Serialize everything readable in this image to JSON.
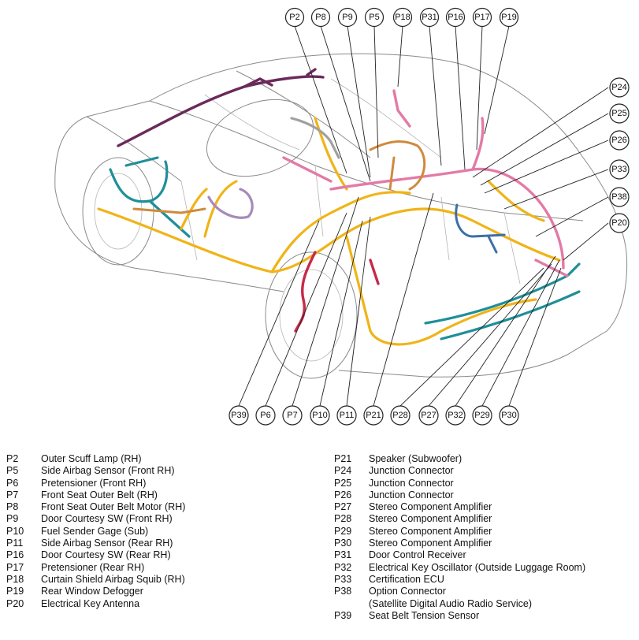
{
  "callouts_top": [
    "P2",
    "P8",
    "P9",
    "P5",
    "P18",
    "P31",
    "P16",
    "P17",
    "P19"
  ],
  "callouts_right": [
    "P24",
    "P25",
    "P26",
    "P33",
    "P38",
    "P20"
  ],
  "callouts_bottom": [
    "P39",
    "P6",
    "P7",
    "P10",
    "P11",
    "P21",
    "P28",
    "P27",
    "P32",
    "P29",
    "P30"
  ],
  "legend_left": [
    {
      "code": "P2",
      "name": "Outer Scuff Lamp (RH)"
    },
    {
      "code": "P5",
      "name": "Side Airbag Sensor (Front RH)"
    },
    {
      "code": "P6",
      "name": "Pretensioner (Front RH)"
    },
    {
      "code": "P7",
      "name": "Front Seat Outer Belt (RH)"
    },
    {
      "code": "P8",
      "name": "Front Seat Outer Belt Motor (RH)"
    },
    {
      "code": "P9",
      "name": "Door Courtesy SW (Front RH)"
    },
    {
      "code": "P10",
      "name": "Fuel Sender Gage (Sub)"
    },
    {
      "code": "P11",
      "name": "Side Airbag Sensor (Rear RH)"
    },
    {
      "code": "P16",
      "name": "Door Courtesy SW (Rear RH)"
    },
    {
      "code": "P17",
      "name": "Pretensioner (Rear RH)"
    },
    {
      "code": "P18",
      "name": "Curtain Shield Airbag Squib (RH)"
    },
    {
      "code": "P19",
      "name": "Rear Window Defogger"
    },
    {
      "code": "P20",
      "name": "Electrical Key Antenna"
    }
  ],
  "legend_right": [
    {
      "code": "P21",
      "name": "Speaker (Subwoofer)"
    },
    {
      "code": "P24",
      "name": "Junction Connector"
    },
    {
      "code": "P25",
      "name": "Junction Connector"
    },
    {
      "code": "P26",
      "name": "Junction Connector"
    },
    {
      "code": "P27",
      "name": "Stereo Component Amplifier"
    },
    {
      "code": "P28",
      "name": "Stereo Component Amplifier"
    },
    {
      "code": "P29",
      "name": "Stereo Component Amplifier"
    },
    {
      "code": "P30",
      "name": "Stereo Component Amplifier"
    },
    {
      "code": "P31",
      "name": "Door Control Receiver"
    },
    {
      "code": "P32",
      "name": "Electrical Key Oscillator (Outside Luggage Room)"
    },
    {
      "code": "P33",
      "name": "Certification ECU"
    },
    {
      "code": "P38",
      "name": "Option Connector"
    },
    {
      "code": "",
      "name": "(Satellite Digital Audio Radio Service)"
    },
    {
      "code": "P39",
      "name": "Seat Belt Tension Sensor"
    }
  ]
}
